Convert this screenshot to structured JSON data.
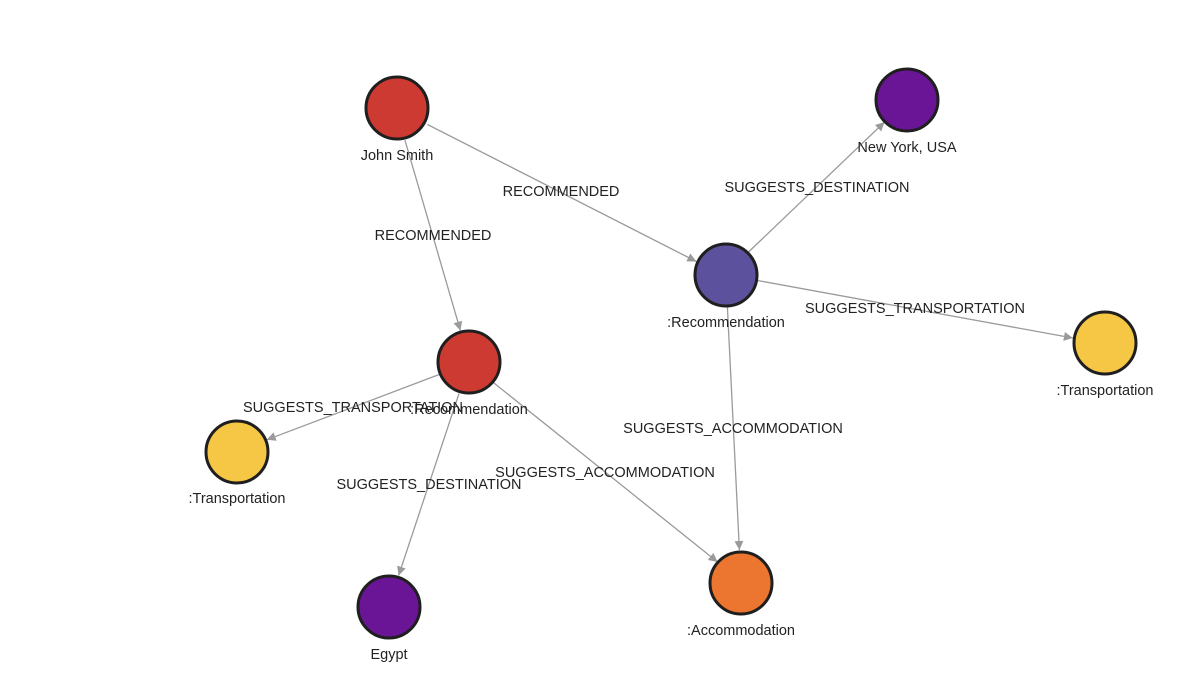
{
  "palette": {
    "person": "#cc3a31",
    "recommendation_center": "#5c519c",
    "recommendation_left": "#cc3a31",
    "destination": "#6a1496",
    "transportation": "#f6c645",
    "accommodation": "#ec7530",
    "node_stroke": "#1f1f1f",
    "edge": "#9a9a9a"
  },
  "nodes": {
    "john_smith": {
      "label": "John Smith",
      "color": "person"
    },
    "rec_center": {
      "label": ":Recommendation",
      "color": "recommendation_center"
    },
    "rec_left": {
      "label": ":Recommendation",
      "color": "recommendation_left"
    },
    "new_york": {
      "label": "New York, USA",
      "color": "destination"
    },
    "egypt": {
      "label": "Egypt",
      "color": "destination"
    },
    "transport_right": {
      "label": ":Transportation",
      "color": "transportation"
    },
    "transport_left": {
      "label": ":Transportation",
      "color": "transportation"
    },
    "accommodation": {
      "label": ":Accommodation",
      "color": "accommodation"
    }
  },
  "edges": {
    "john_to_rec_center": {
      "from": "john_smith",
      "to": "rec_center",
      "label": "RECOMMENDED"
    },
    "john_to_rec_left": {
      "from": "john_smith",
      "to": "rec_left",
      "label": "RECOMMENDED"
    },
    "center_to_new_york": {
      "from": "rec_center",
      "to": "new_york",
      "label": "SUGGESTS_DESTINATION"
    },
    "center_to_transport": {
      "from": "rec_center",
      "to": "transport_right",
      "label": "SUGGESTS_TRANSPORTATION"
    },
    "center_to_accommodation": {
      "from": "rec_center",
      "to": "accommodation",
      "label": "SUGGESTS_ACCOMMODATION"
    },
    "left_to_transport": {
      "from": "rec_left",
      "to": "transport_left",
      "label": "SUGGESTS_TRANSPORTATION"
    },
    "left_to_egypt": {
      "from": "rec_left",
      "to": "egypt",
      "label": "SUGGESTS_DESTINATION"
    },
    "left_to_accommodation": {
      "from": "rec_left",
      "to": "accommodation",
      "label": "SUGGESTS_ACCOMMODATION"
    }
  }
}
